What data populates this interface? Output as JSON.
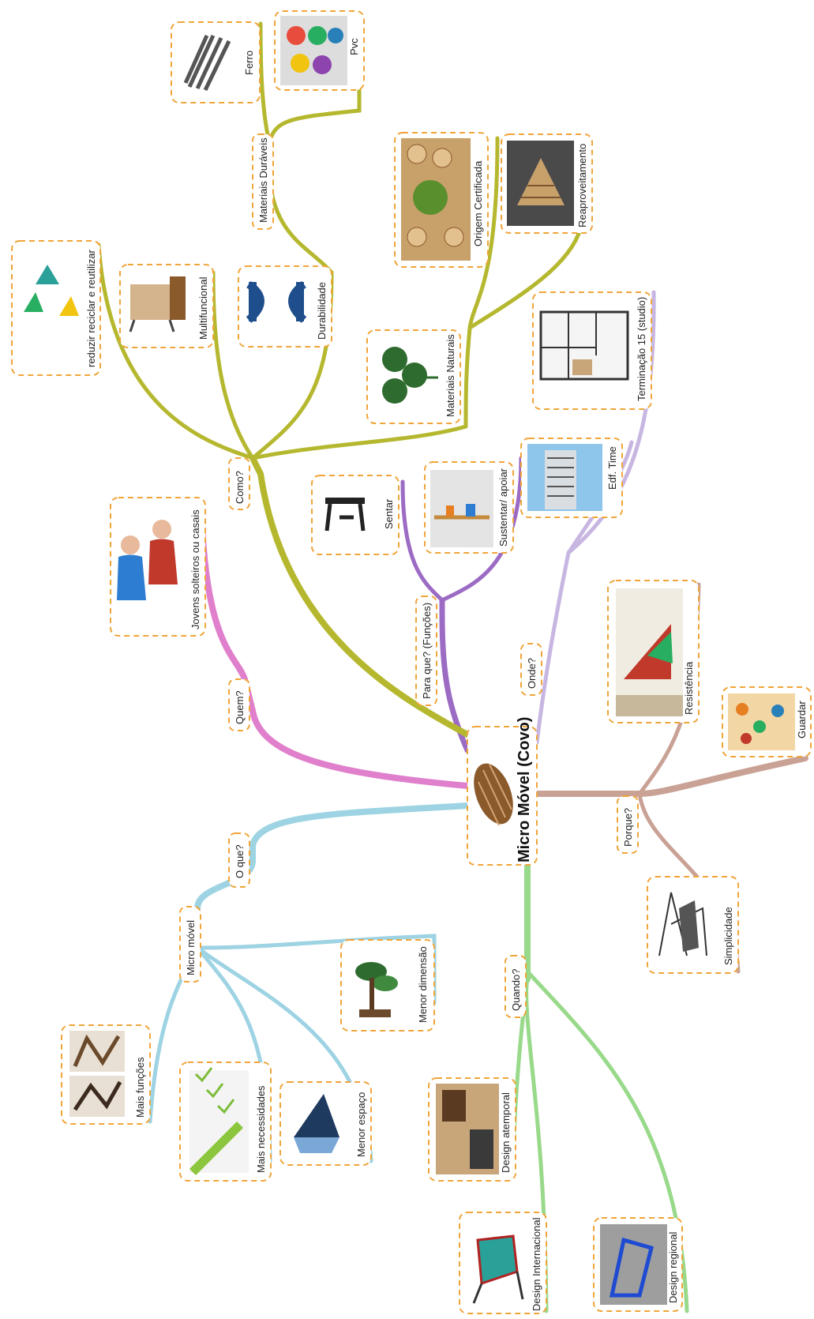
{
  "center": {
    "title": "Micro Móvel (Covo)"
  },
  "branches": {
    "oque": {
      "label": "O que?",
      "color": "#9dd3e3"
    },
    "quando": {
      "label": "Quando?",
      "color": "#98d98a"
    },
    "porque": {
      "label": "Porque?",
      "color": "#c9a195"
    },
    "onde": {
      "label": "Onde?",
      "color": "#c8b6e2"
    },
    "paraque": {
      "label": "Para que? (Funções)",
      "color": "#9c6bc4"
    },
    "como": {
      "label": "Como?",
      "color": "#b5b82f"
    },
    "quem": {
      "label": "Quem?",
      "color": "#e07fcb"
    }
  },
  "subnodes": {
    "micro_movel": "Micro móvel",
    "materiais_duraveis": "Materiais Duráveis",
    "materiais_naturais": "Materiais Naturais"
  },
  "leaves": {
    "mais_funcoes": "Mais funções",
    "mais_necessidades": "Mais necessidades",
    "menor_espaco": "Menor espaço",
    "menor_dimensao": "Menor dimensão",
    "design_atemporal": "Design atemporal",
    "design_internacional": "Design Internacional",
    "design_regional": "Design regional",
    "simplicidade": "Simplicidade",
    "guardar": "Guardar",
    "resistencia": "Resistência",
    "edf_time": "Edf. Time",
    "terminacao": "Terminação 15 (studio)",
    "sentar": "Sentar",
    "sustentar": "Sustentar/ apoiar",
    "jovens": "Jovens solteiros ou casais",
    "reciclar": "reduzir reciclar e reutilizar",
    "multifuncional": "Multifuncional",
    "durabilidade": "Durabilidade",
    "ferro": "Ferro",
    "pvc": "Pvc",
    "origem": "Origem Certificada",
    "reaproveitamento": "Reaproveitamento"
  }
}
